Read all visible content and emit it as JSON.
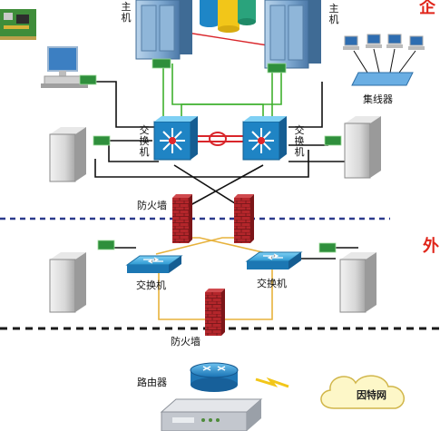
{
  "labels": {
    "host_left": "主机",
    "host_right": "主机",
    "hub": "集线器",
    "core_switch_left": "交换机",
    "core_switch_right": "交换机",
    "firewall_top": "防火墙",
    "firewall_bottom": "防火墙",
    "dmz_switch_left": "交换机",
    "dmz_switch_right": "交换机",
    "router": "路由器",
    "internet": "因特网",
    "zone_top_partial": "企",
    "zone_mid_partial": "外"
  },
  "colors": {
    "zone_divider": "#2b3a8c",
    "bottom_divider": "#1a1a1a",
    "link_black": "#111111",
    "link_green": "#3fb02e",
    "link_yellow": "#e7b23c",
    "link_red": "#d9262b",
    "switch_blue": "#1f84c4",
    "firewall_red": "#b4262b",
    "zone_text_red": "#e0261b"
  }
}
